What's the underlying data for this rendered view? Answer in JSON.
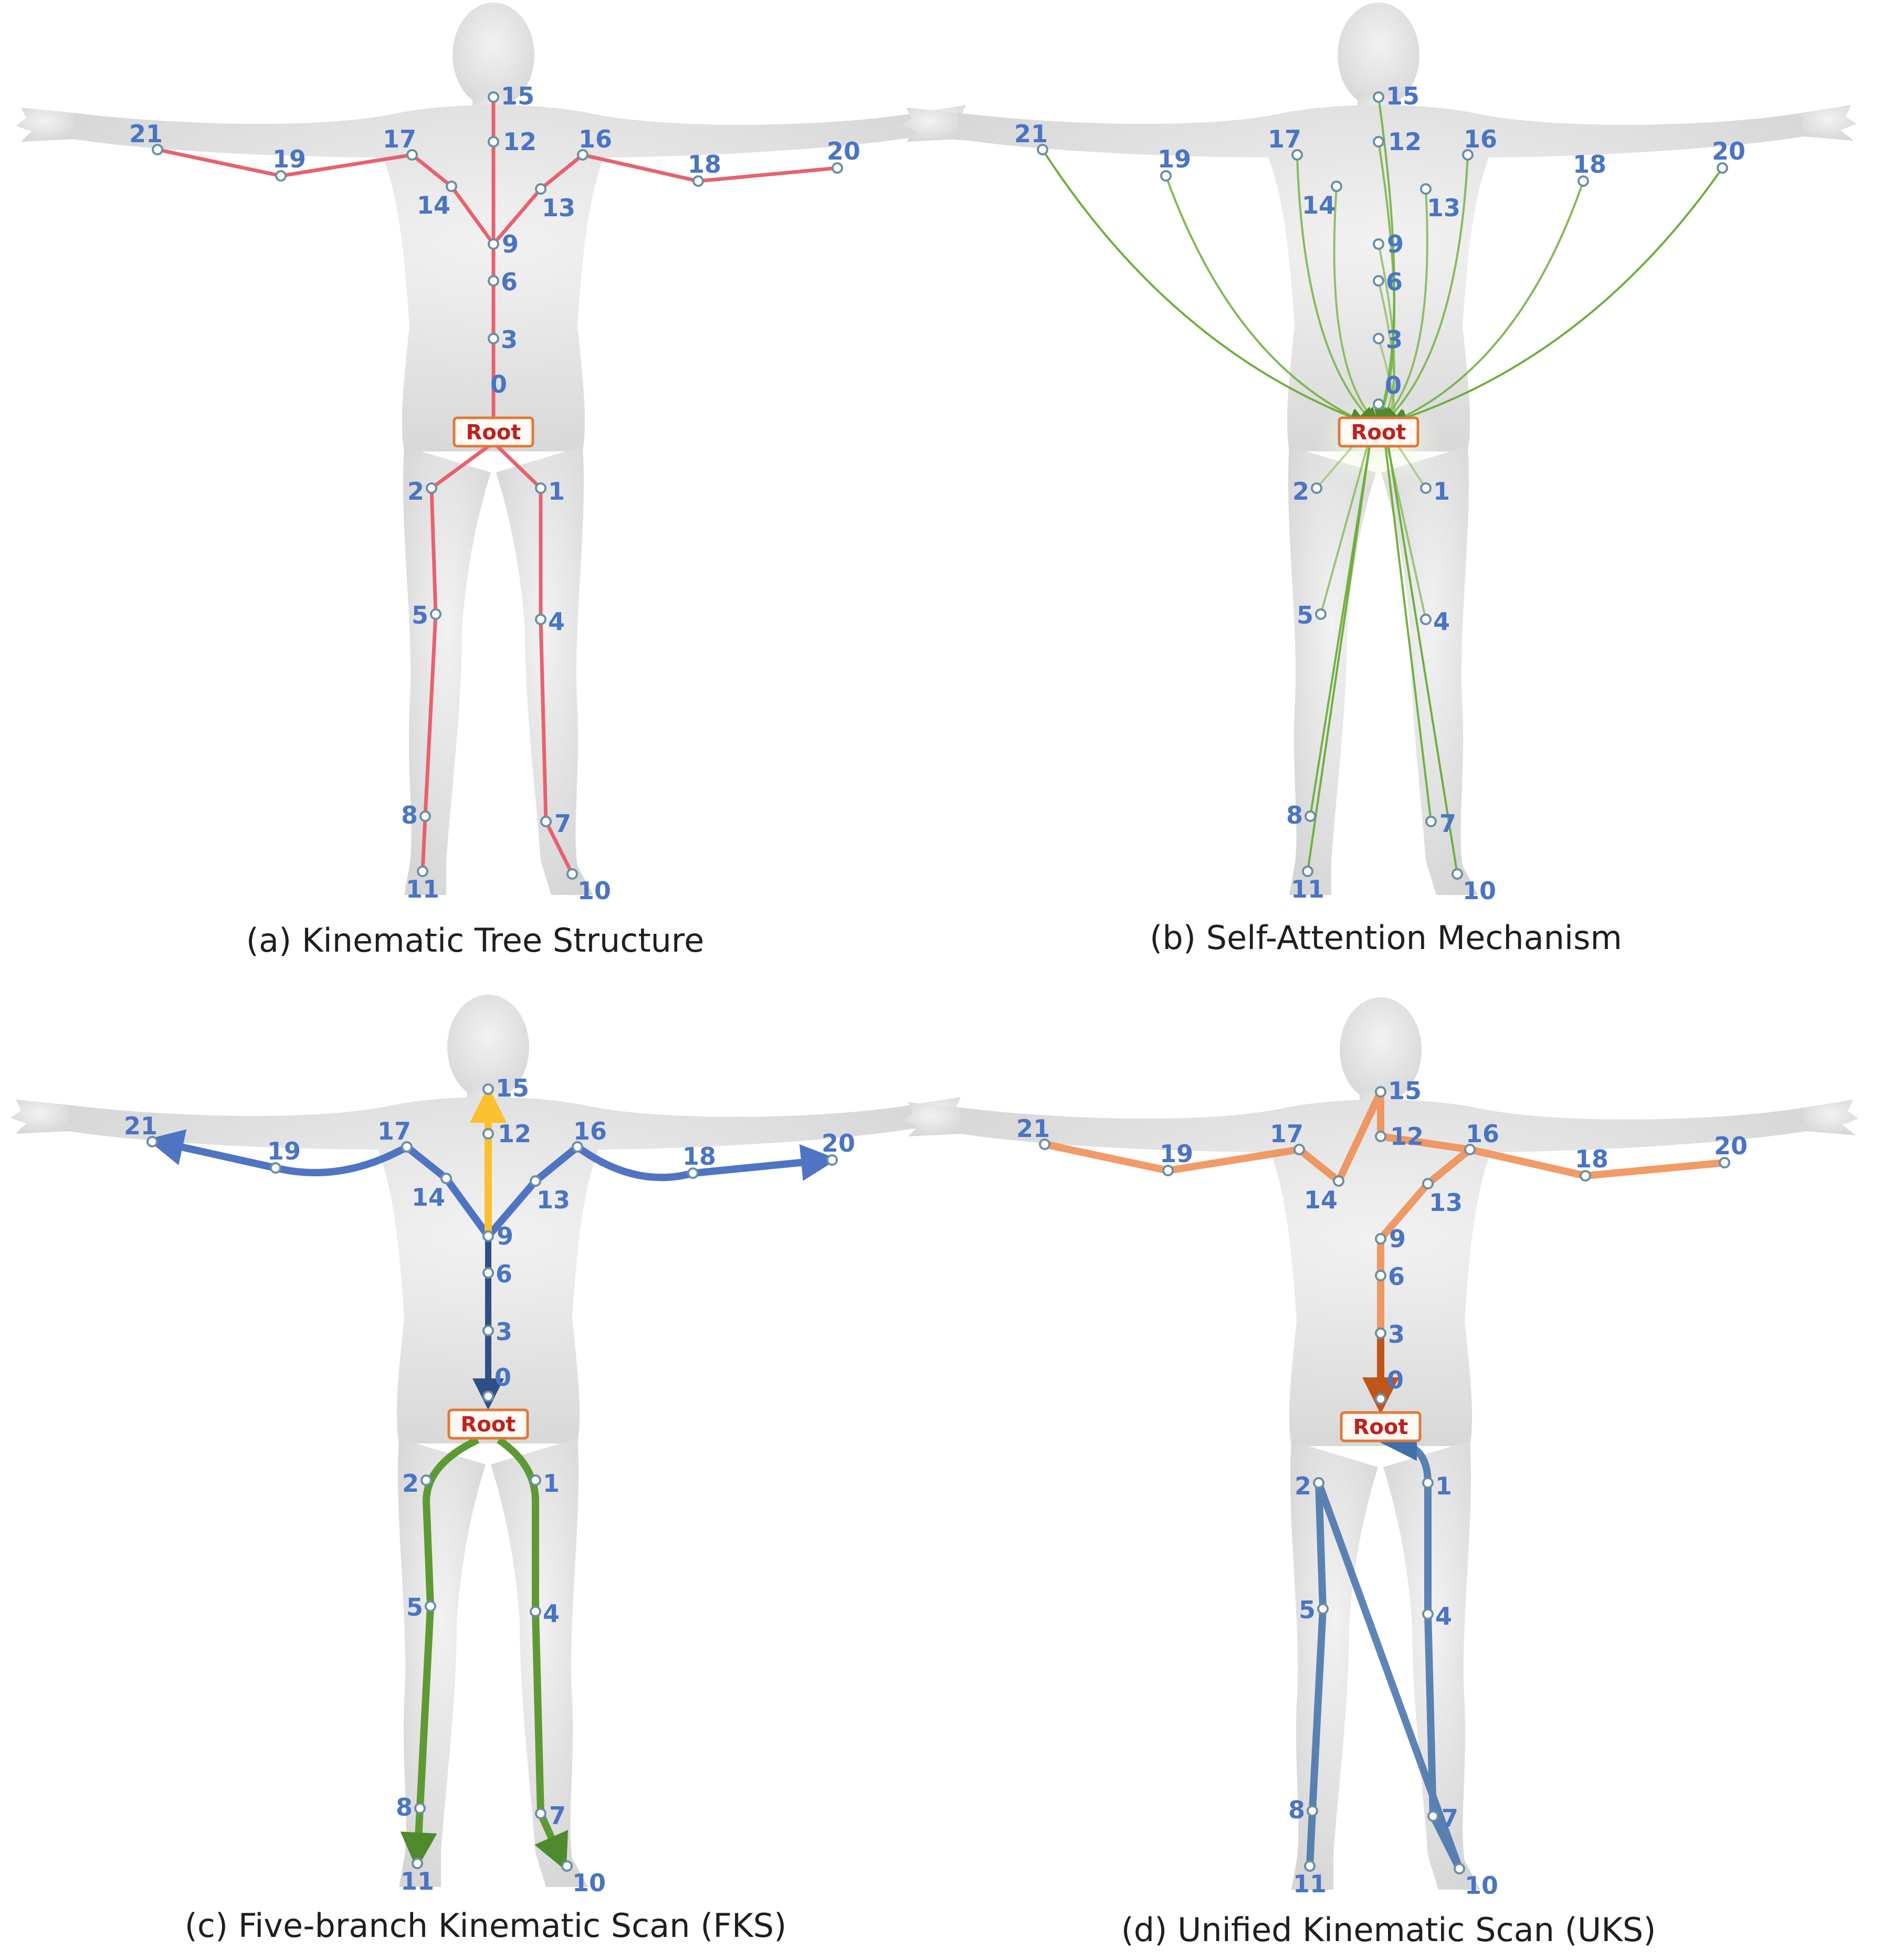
{
  "panels": [
    {
      "id": "a",
      "caption": "(a) Kinematic Tree Structure",
      "mode": "tree",
      "line_color": "#e8616e"
    },
    {
      "id": "b",
      "caption": "(b) Self-Attention Mechanism",
      "mode": "attention",
      "line_color": "#6fae3d"
    },
    {
      "id": "c",
      "caption": "(c) Five-branch Kinematic Scan (FKS)",
      "mode": "fks",
      "branch_colors": {
        "arms": "#4e74c3",
        "head": "#fbc02d",
        "spine": "#2f4f86",
        "legs": "#5e9a34"
      }
    },
    {
      "id": "d",
      "caption": "(d) Unified Kinematic Scan (UKS)",
      "mode": "uks",
      "branch_colors": {
        "upper": "#ee8a4c",
        "legs": "#3f70a8"
      }
    }
  ],
  "root_label": "Root",
  "joints": [
    "0",
    "1",
    "2",
    "3",
    "4",
    "5",
    "6",
    "7",
    "8",
    "9",
    "10",
    "11",
    "12",
    "13",
    "14",
    "15",
    "16",
    "17",
    "18",
    "19",
    "20",
    "21"
  ],
  "kinematic_parents": {
    "1": "0",
    "2": "0",
    "3": "0",
    "4": "1",
    "5": "2",
    "6": "3",
    "7": "4",
    "8": "5",
    "9": "6",
    "10": "7",
    "11": "8",
    "12": "9",
    "13": "9",
    "14": "9",
    "15": "12",
    "16": "13",
    "17": "14",
    "18": "16",
    "19": "17",
    "20": "18",
    "21": "19"
  },
  "colors": {
    "joint_label": "#4a74c4",
    "root_border": "#e07a38",
    "root_text": "#c0201d",
    "body": "#e6e6e6"
  }
}
